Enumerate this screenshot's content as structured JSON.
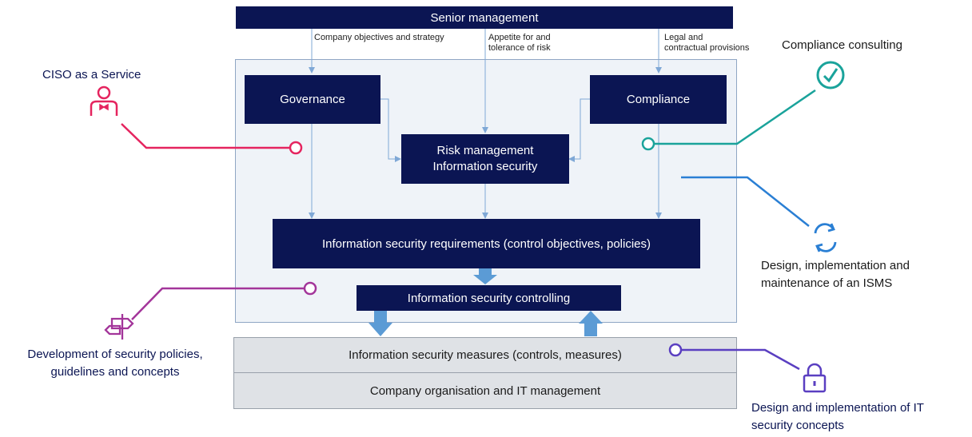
{
  "header": {
    "senior_management": "Senior management"
  },
  "inputs": {
    "company_objectives": "Company objectives and strategy",
    "appetite_line1": "Appetite for and",
    "appetite_line2": "tolerance of risk",
    "legal_line1": "Legal and",
    "legal_line2": "contractual provisions"
  },
  "boxes": {
    "governance": "Governance",
    "compliance": "Compliance",
    "risk_line1": "Risk management",
    "risk_line2": "Information security",
    "requirements": "Information security requirements (control objectives, policies)",
    "controlling": "Information security controlling",
    "measures": "Information security measures (controls, measures)",
    "organisation": "Company organisation and IT management"
  },
  "services": {
    "ciso": "CISO as a Service",
    "compliance_consulting": "Compliance consulting",
    "isms_line1": "Design, implementation and",
    "isms_line2": "maintenance of an ISMS",
    "policies_line1": "Development of security policies,",
    "policies_line2": "guidelines and concepts",
    "it_security_line1": "Design and implementation of IT",
    "it_security_line2": "security concepts"
  },
  "colors": {
    "navy": "#0b1553",
    "ciso": "#e5245f",
    "compliance": "#1aa39b",
    "isms": "#2a7fd4",
    "policies": "#a3359a",
    "it_security": "#5a3fc1",
    "flow_arrow": "#5b9bd5"
  },
  "icons": {
    "ciso": "person-bowtie-icon",
    "compliance": "check-circle-icon",
    "isms": "refresh-cycle-icon",
    "policies": "signpost-icon",
    "it_security": "padlock-icon"
  }
}
